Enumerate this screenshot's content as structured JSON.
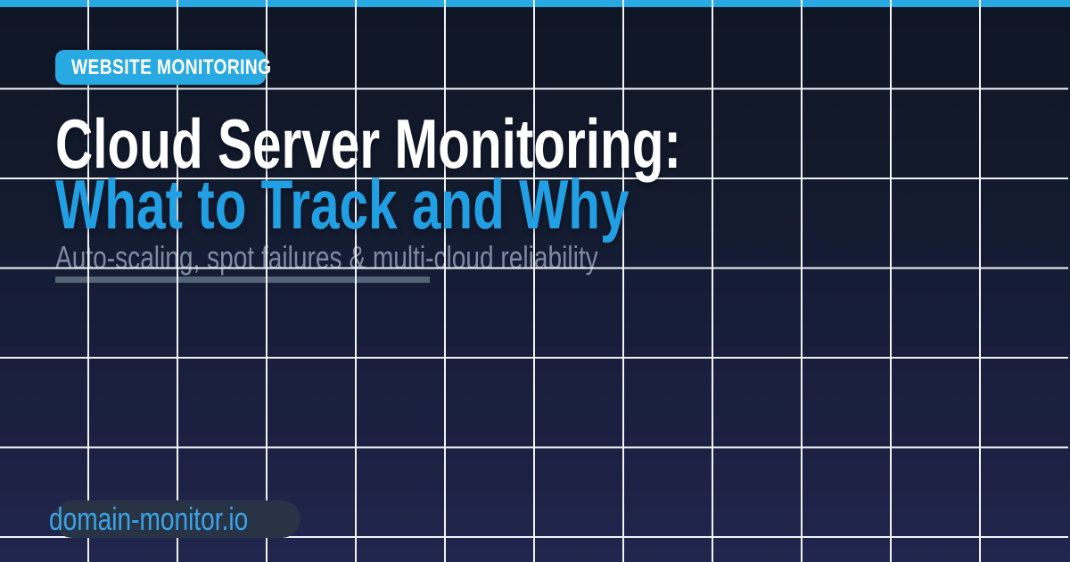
{
  "card": {
    "badge": {
      "label": "WEBSITE MONITORING"
    },
    "title": {
      "line1": "Cloud Server Monitoring:",
      "line2": "What to Track and Why"
    },
    "subtitle": "Auto-scaling, spot failures & multi-cloud reliability",
    "footer": {
      "domain": "domain-monitor.io"
    }
  },
  "colors": {
    "accent": "#29a9e2",
    "title_blue": "#219fe2",
    "title_white": "#ffffff",
    "badge_text": "#ffffff",
    "background_top": "#0f1625",
    "background_bottom": "#21264e",
    "grid_line": "#f0f4f8",
    "subtitle_gray": "#7e8aa0",
    "divider_gray": "#566478",
    "pill_bg": "#293346",
    "pill_text": "#3aa4e6"
  }
}
